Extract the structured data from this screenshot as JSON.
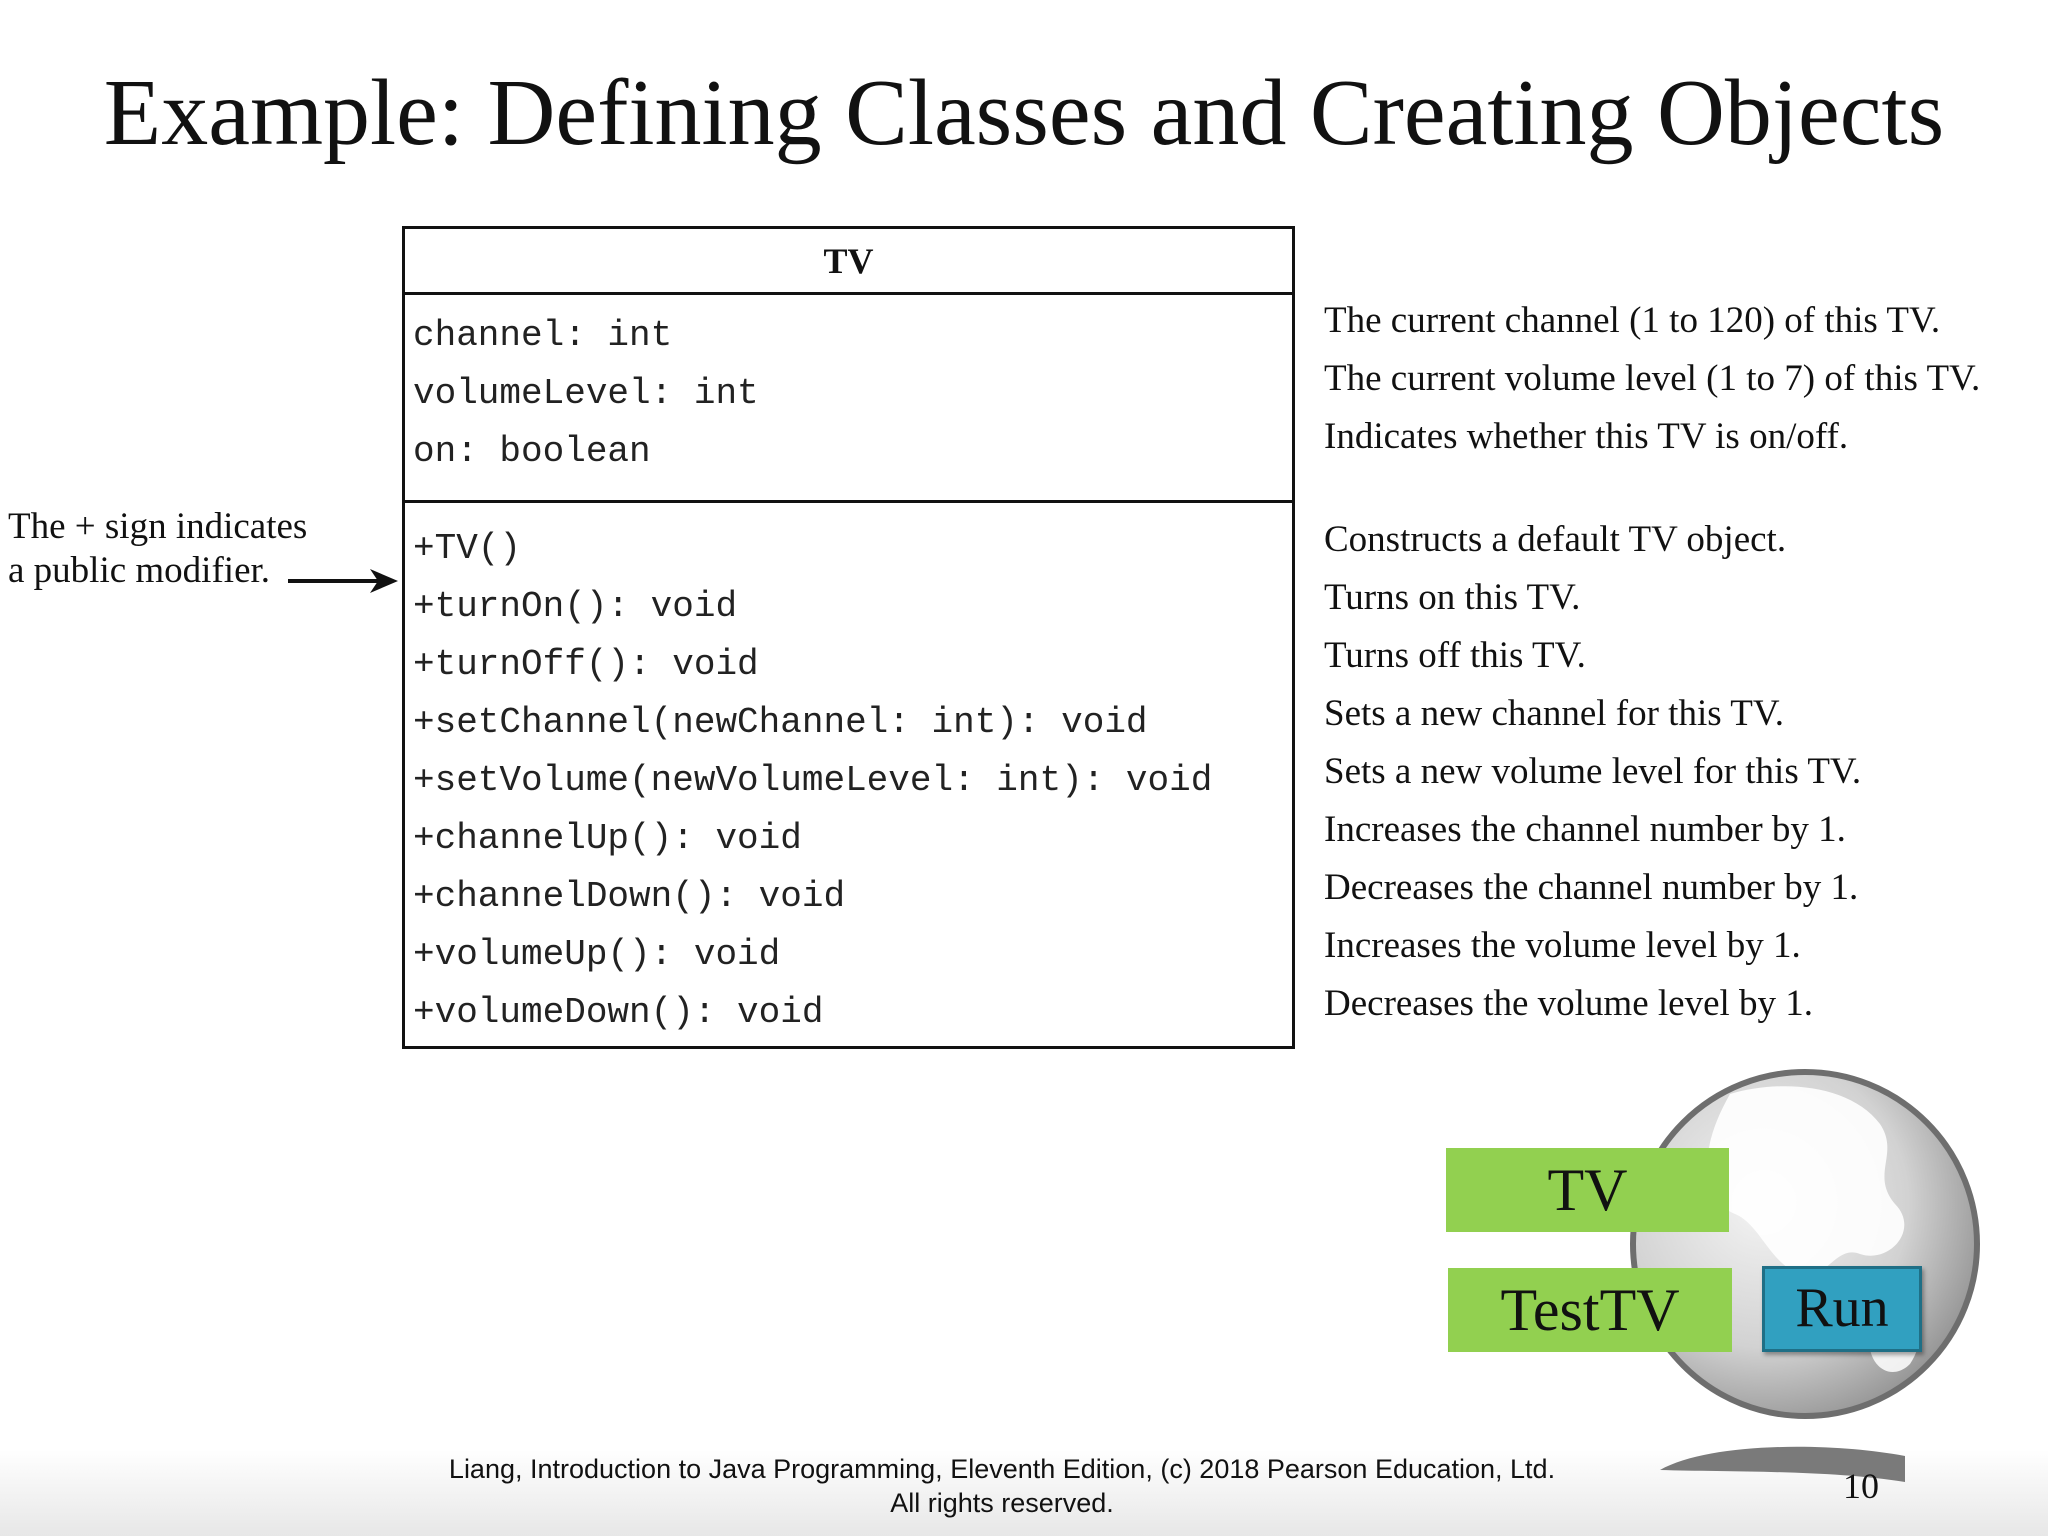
{
  "title": "Example: Defining Classes and Creating Objects",
  "uml": {
    "class_name": "TV",
    "attributes": [
      "channel: int",
      "volumeLevel: int",
      "on: boolean"
    ],
    "methods": [
      "+TV()",
      "+turnOn(): void",
      "+turnOff(): void",
      "+setChannel(newChannel: int): void",
      "+setVolume(newVolumeLevel: int): void",
      "+channelUp(): void",
      "+channelDown(): void",
      "+volumeUp(): void",
      "+volumeDown(): void"
    ]
  },
  "descriptions": {
    "attributes": [
      "The current channel (1 to 120) of this TV.",
      "The current volume level (1 to 7) of this TV.",
      "Indicates whether this TV is on/off."
    ],
    "methods": [
      "Constructs a default TV object.",
      "Turns on this TV.",
      "Turns off this TV.",
      "Sets a new channel for this TV.",
      "Sets a new volume level for this TV.",
      "Increases the channel number by 1.",
      "Decreases the channel number by 1.",
      "Increases the volume level by 1.",
      "Decreases the volume level by 1."
    ]
  },
  "note": {
    "line1": "The + sign indicates",
    "line2": "a public modifier."
  },
  "buttons": {
    "tv": "TV",
    "testtv": "TestTV",
    "run": "Run"
  },
  "footer": {
    "line1": "Liang, Introduction to Java Programming, Eleventh Edition, (c) 2018 Pearson Education, Ltd.",
    "line2": "All rights reserved.",
    "page_number": "10"
  },
  "colors": {
    "button_green": "#92d050",
    "button_blue": "#31a0c0"
  }
}
